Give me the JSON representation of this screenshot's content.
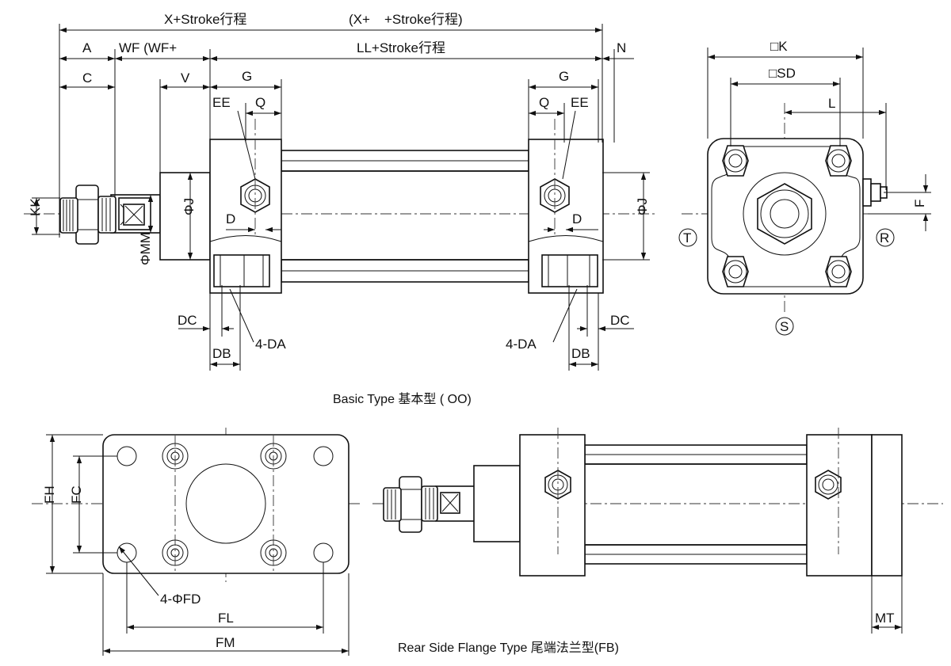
{
  "captions": {
    "basic": "Basic Type 基本型 ( OO)",
    "flange": "Rear Side Flange Type 尾端法兰型(FB)"
  },
  "labels": {
    "x_stroke": "X+Stroke行程",
    "x_stroke_paren": "(X+",
    "x_stroke_paren_tail": "+Stroke行程)",
    "ll_stroke": "LL+Stroke行程",
    "a": "A",
    "wf": "WF (WF+",
    "n": "N",
    "c": "C",
    "v": "V",
    "g_left": "G",
    "g_right": "G",
    "ee_left": "EE",
    "q_left": "Q",
    "q_right": "Q",
    "ee_right": "EE",
    "kk": "KK",
    "phi_j_left": "ΦJ",
    "phi_j_right": "ΦJ",
    "d_left": "D",
    "d_right": "D",
    "phi_mm": "ΦMM",
    "dc_left": "DC",
    "dc_right": "DC",
    "da_left": "4-DA",
    "da_right": "4-DA",
    "db_left": "DB",
    "db_right": "DB",
    "k": "□K",
    "sd": "□SD",
    "l": "L",
    "f": "F",
    "port_t": "T",
    "port_r": "R",
    "port_s": "S",
    "fh": "FH",
    "fc": "FC",
    "fd": "4-ΦFD",
    "fl": "FL",
    "fm": "FM",
    "mt": "MT"
  }
}
